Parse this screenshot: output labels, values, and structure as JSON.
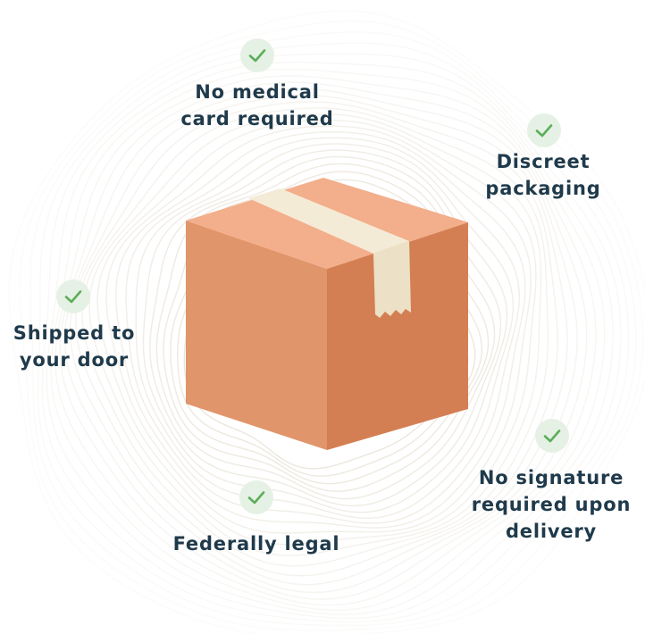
{
  "colors": {
    "text": "#1f3a4b",
    "check_bg": "#e6f1e5",
    "check_mark": "#5cae5a",
    "wave": "#ece7de",
    "box_left": "#e1956a",
    "box_right": "#d47f53",
    "box_top": "#f3ae8b",
    "tape": "#f4ebd6",
    "tape_side": "#ece1c6"
  },
  "features": [
    {
      "id": "no-medical-card",
      "lines": [
        "No medical",
        "card required"
      ],
      "icon": "check-icon"
    },
    {
      "id": "discreet-packaging",
      "lines": [
        "Discreet",
        "packaging"
      ],
      "icon": "check-icon"
    },
    {
      "id": "shipped-to-door",
      "lines": [
        "Shipped to",
        "your door"
      ],
      "icon": "check-icon"
    },
    {
      "id": "no-signature",
      "lines": [
        "No signature",
        "required upon",
        "delivery"
      ],
      "icon": "check-icon"
    },
    {
      "id": "federally-legal",
      "lines": [
        "Federally legal"
      ],
      "icon": "check-icon"
    }
  ]
}
